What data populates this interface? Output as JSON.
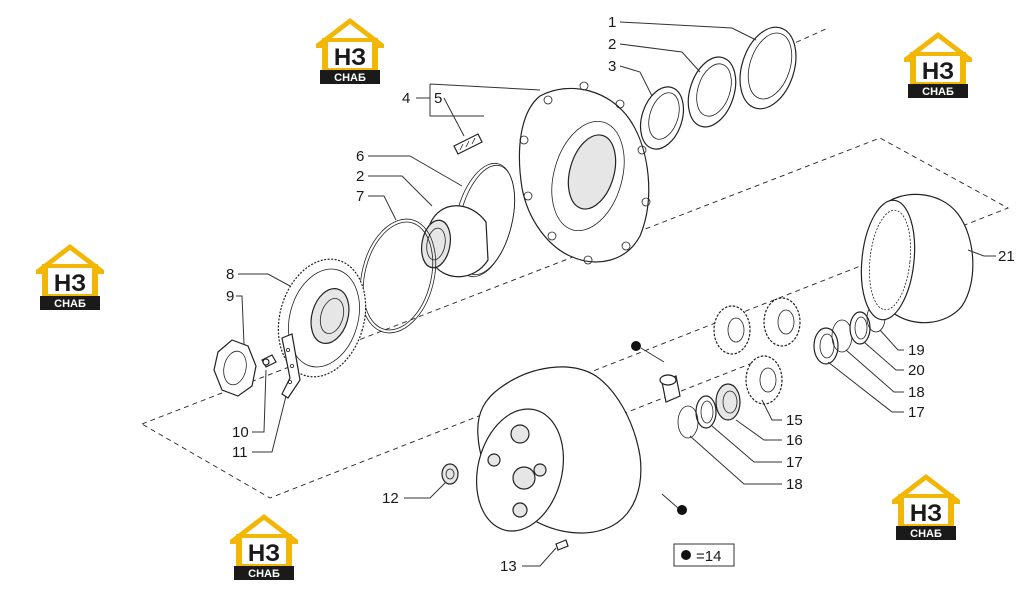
{
  "logo": {
    "big_text": "НЗ",
    "small_text": "СНАБ",
    "yellow": "#F2B705",
    "dark": "#1a1a1a"
  },
  "legend": {
    "text": "=14"
  },
  "callouts": [
    {
      "id": "c1",
      "text": "1"
    },
    {
      "id": "c2a",
      "text": "2"
    },
    {
      "id": "c3",
      "text": "3"
    },
    {
      "id": "c4",
      "text": "4"
    },
    {
      "id": "c5",
      "text": "5"
    },
    {
      "id": "c6",
      "text": "6"
    },
    {
      "id": "c2b",
      "text": "2"
    },
    {
      "id": "c7",
      "text": "7"
    },
    {
      "id": "c8",
      "text": "8"
    },
    {
      "id": "c9",
      "text": "9"
    },
    {
      "id": "c10",
      "text": "10"
    },
    {
      "id": "c11",
      "text": "11"
    },
    {
      "id": "c12",
      "text": "12"
    },
    {
      "id": "c13",
      "text": "13"
    },
    {
      "id": "c15",
      "text": "15"
    },
    {
      "id": "c16",
      "text": "16"
    },
    {
      "id": "c17a",
      "text": "17"
    },
    {
      "id": "c18a",
      "text": "18"
    },
    {
      "id": "c17b",
      "text": "17"
    },
    {
      "id": "c18b",
      "text": "18"
    },
    {
      "id": "c20",
      "text": "20"
    },
    {
      "id": "c19",
      "text": "19"
    },
    {
      "id": "c21",
      "text": "21"
    }
  ]
}
